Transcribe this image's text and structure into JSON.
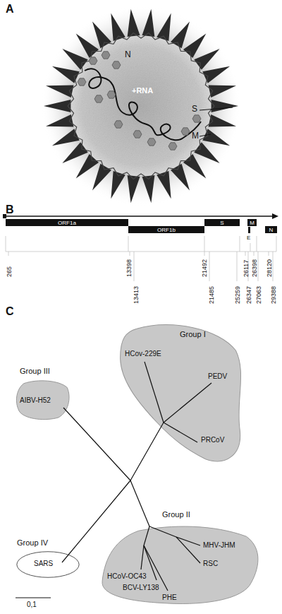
{
  "diagram": {
    "nodes": [
      {
        "text": [
          "ORF1a"
        ]
      },
      {
        "text": [
          "ORF1b"
        ]
      },
      {
        "text": [
          "S"
        ]
      },
      {
        "text": [
          "E"
        ]
      },
      {
        "text": [
          "M"
        ]
      },
      {
        "text": [
          "N"
        ]
      },
      {
        "text": [
          "Group I",
          "HCov-229E",
          "PEDV",
          "PRCoV"
        ]
      },
      {
        "text": [
          "Group III",
          "AIBV-H52"
        ]
      },
      {
        "text": [
          "Group II",
          "MHV-JHM",
          "RSC",
          "HCoV-OC43",
          "BCV-LY138",
          "PHE"
        ]
      },
      {
        "text": [
          "Group IV",
          "SARS"
        ]
      }
    ],
    "labels": [
      "A",
      "N",
      "+RNA",
      "S",
      "M",
      "B",
      "265",
      "13398",
      "21492",
      "26117",
      "26398",
      "28120",
      "13413",
      "21485",
      "25259",
      "26347",
      "27063",
      "29388",
      "C",
      "0,1"
    ]
  }
}
